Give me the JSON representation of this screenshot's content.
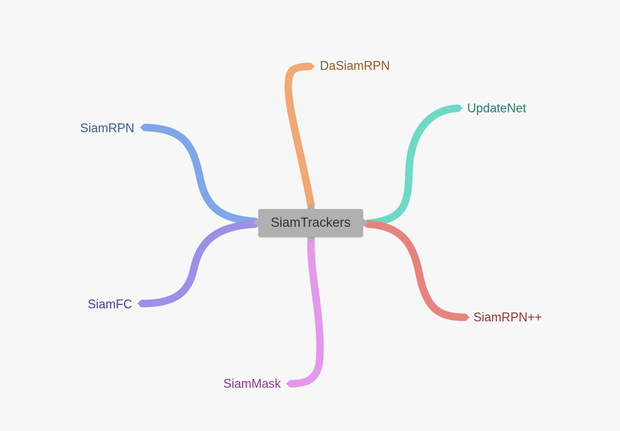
{
  "mindmap": {
    "root": {
      "label": "SiamTrackers",
      "color": "#b0b0b0",
      "text_color": "#333333"
    },
    "branches": [
      {
        "key": "dasiamrpn",
        "label": "DaSiamRPN",
        "line_color": "#f0a874",
        "text_color": "#8c5a2a"
      },
      {
        "key": "updatenet",
        "label": "UpdateNet",
        "line_color": "#6fd9c6",
        "text_color": "#2f7a6c"
      },
      {
        "key": "siamrpn",
        "label": "SiamRPN",
        "line_color": "#7ea6e8",
        "text_color": "#3a5a8c"
      },
      {
        "key": "siamfc",
        "label": "SiamFC",
        "line_color": "#9b91e6",
        "text_color": "#4a3f86"
      },
      {
        "key": "siammask",
        "label": "SiamMask",
        "line_color": "#e29ae8",
        "text_color": "#8a3a8c"
      },
      {
        "key": "siamrpnpp",
        "label": "SiamRPN++",
        "line_color": "#e5847c",
        "text_color": "#8c3a32"
      }
    ]
  }
}
